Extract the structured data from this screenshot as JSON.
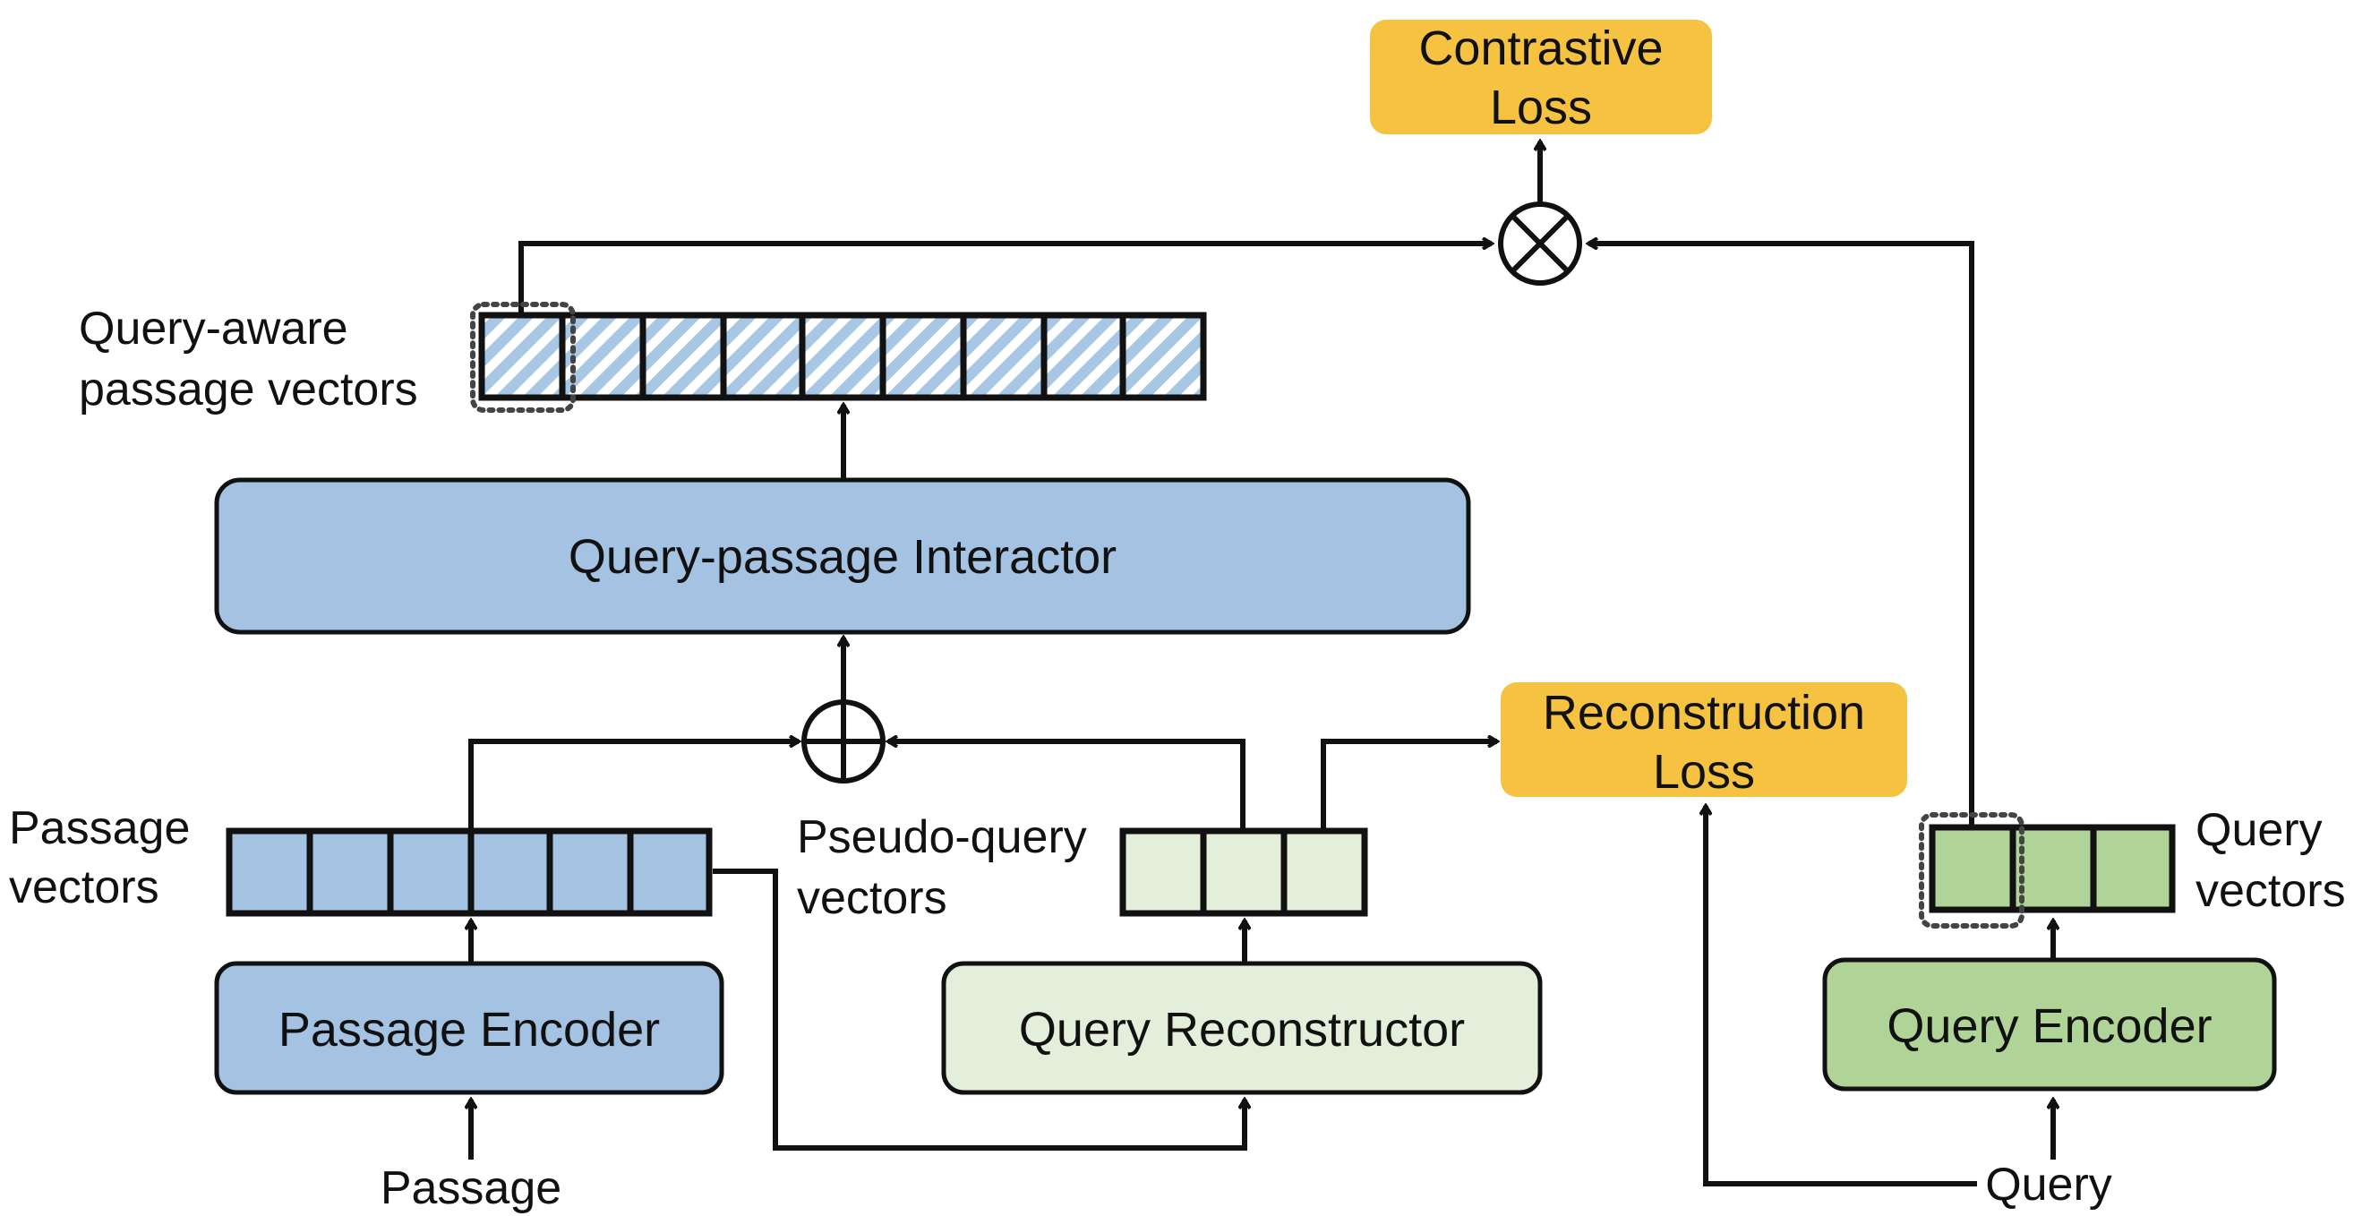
{
  "colors": {
    "loss": "#F5C242",
    "passage_blue": "#A4C2E2",
    "hatch_blue": "#A8C7E4",
    "pseudo_green": "#E3EFDA",
    "query_green": "#B0D398",
    "stroke": "#111111"
  },
  "boxes": {
    "contrastive_loss": [
      "Contrastive",
      "Loss"
    ],
    "reconstruction_loss": [
      "Reconstruction",
      "Loss"
    ],
    "interactor": "Query-passage Interactor",
    "passage_encoder": "Passage Encoder",
    "query_reconstructor": "Query Reconstructor",
    "query_encoder": "Query Encoder"
  },
  "labels": {
    "query_aware": [
      "Query-aware",
      "passage vectors"
    ],
    "passage_vectors": [
      "Passage",
      "vectors"
    ],
    "pseudo_query": [
      "Pseudo-query",
      "vectors"
    ],
    "query_vectors": [
      "Query",
      "vectors"
    ],
    "passage_input": "Passage",
    "query_input": "Query"
  },
  "symbols": {
    "multiply": "circled-times-icon",
    "add": "circled-plus-icon"
  }
}
